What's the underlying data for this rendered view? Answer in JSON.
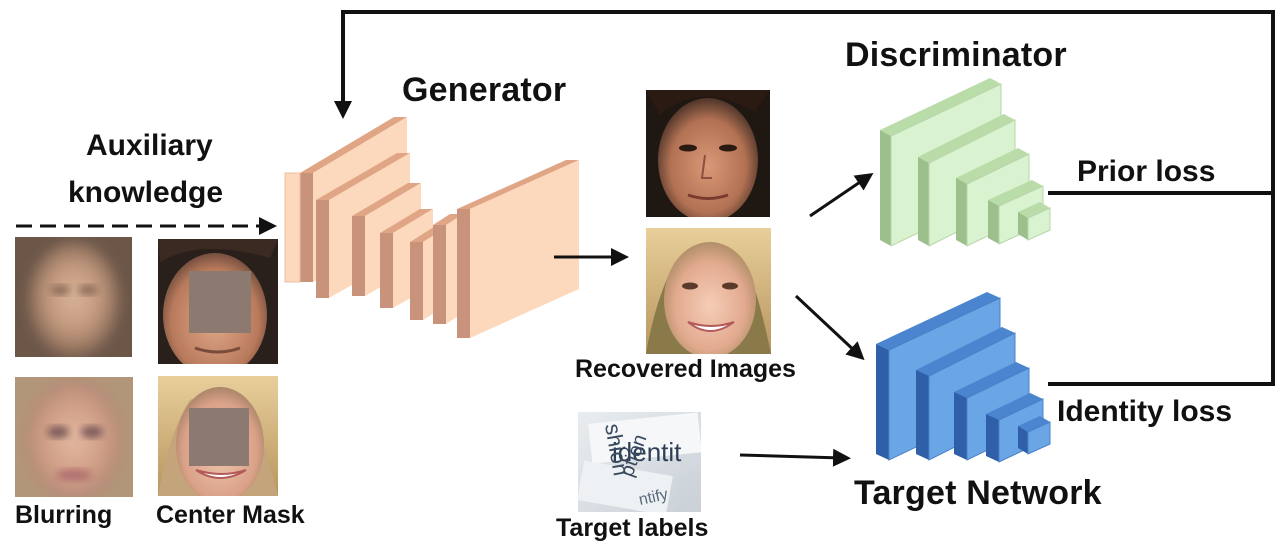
{
  "labels": {
    "auxiliary_line1": "Auxiliary",
    "auxiliary_line2": "knowledge",
    "generator": "Generator",
    "discriminator": "Discriminator",
    "prior_loss": "Prior loss",
    "identity_loss": "Identity loss",
    "recovered_images": "Recovered Images",
    "target_labels": "Target labels",
    "target_network": "Target Network",
    "blurring": "Blurring",
    "center_mask": "Center Mask"
  },
  "target_labels_image": {
    "words": [
      "identit",
      "shion",
      "ption",
      "ntify"
    ]
  },
  "colors": {
    "generator_face": "#fcd9bd",
    "generator_side": "#c9927a",
    "discriminator_face": "#d9f2cf",
    "discriminator_side": "#9dbf8c",
    "target_face": "#6aa6e6",
    "target_side": "#2f5fa8",
    "mask_gray": "#8c7a70",
    "arrow": "#111111"
  }
}
